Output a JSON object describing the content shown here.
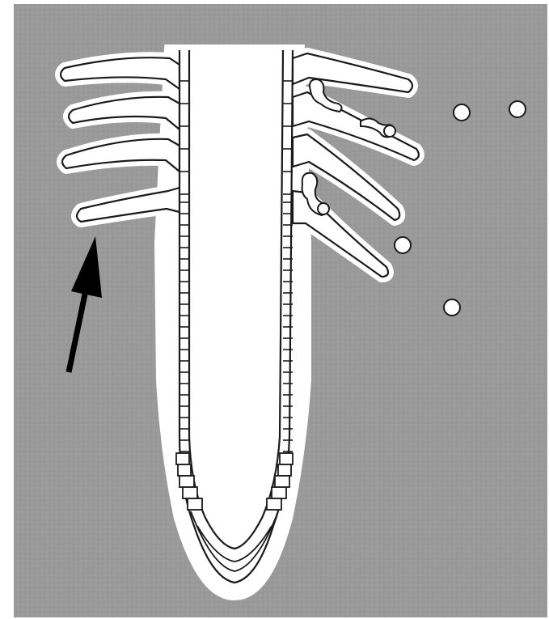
{
  "figure": {
    "colors": {
      "background": "#ffffff",
      "panel": "#9a9a9a",
      "tissue": "#ffffff",
      "outline": "#1a1a1a",
      "arrow": "#000000"
    },
    "elements": {
      "root": "root-tip",
      "root_hairs": "root-hair",
      "bacteria": "rhizobium-bacterium",
      "infection_threads": "curled-root-hair-with-infection-thread",
      "arrow": "arrow-icon"
    }
  }
}
